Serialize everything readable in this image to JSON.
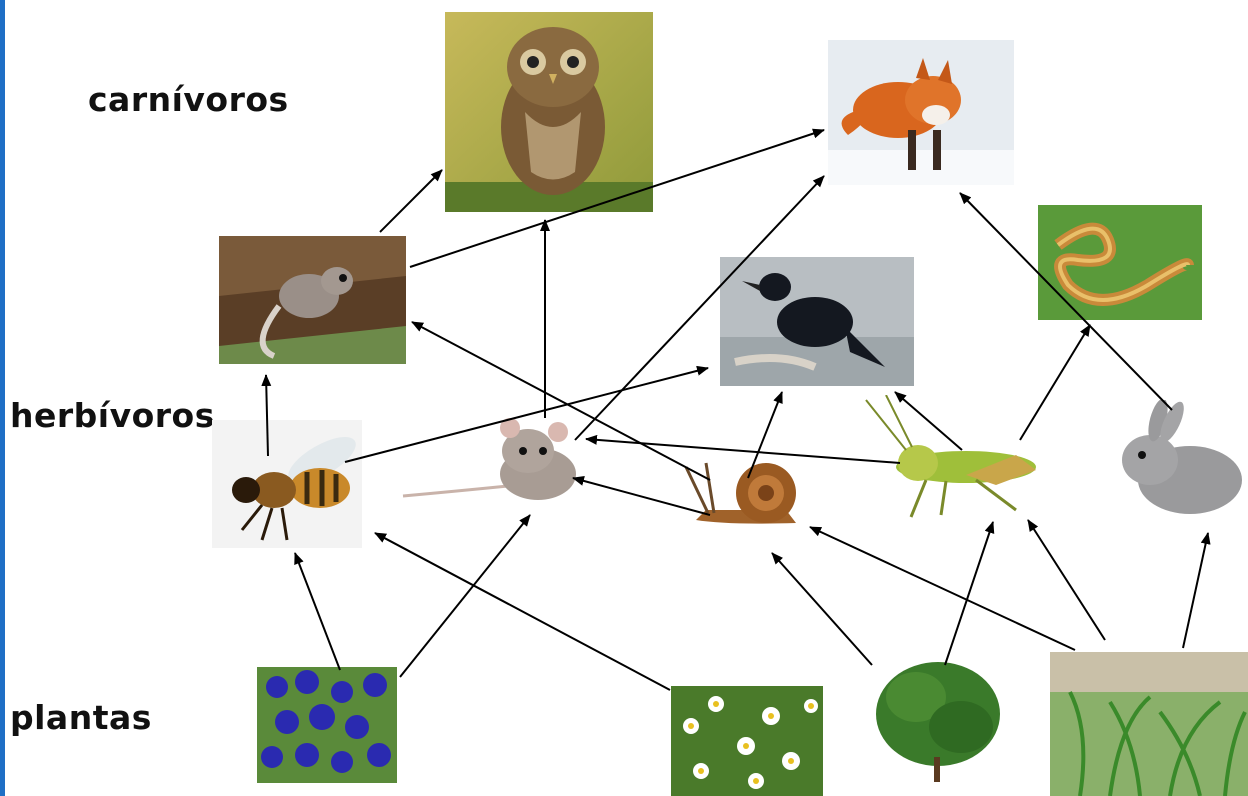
{
  "levels": {
    "carnivores": "carnívoros",
    "herbivores": "herbívoros",
    "plants": "plantas"
  },
  "colors": {
    "arrow": "#000000",
    "edge_bar": "#1f6fc5"
  },
  "organisms": [
    {
      "id": "owl",
      "icon": "owl-photo"
    },
    {
      "id": "fox",
      "icon": "fox-photo"
    },
    {
      "id": "dormouse",
      "icon": "dormouse-photo"
    },
    {
      "id": "crow",
      "icon": "crow-photo"
    },
    {
      "id": "snake",
      "icon": "snake-photo"
    },
    {
      "id": "bee",
      "icon": "bee-photo"
    },
    {
      "id": "mouse",
      "icon": "mouse-photo"
    },
    {
      "id": "snail",
      "icon": "snail-photo"
    },
    {
      "id": "grasshopper",
      "icon": "grasshopper-photo"
    },
    {
      "id": "rabbit",
      "icon": "rabbit-photo"
    },
    {
      "id": "blue-flowers",
      "icon": "blue-flowers-photo"
    },
    {
      "id": "daisies",
      "icon": "daisies-photo"
    },
    {
      "id": "shrub",
      "icon": "shrub-photo"
    },
    {
      "id": "grass",
      "icon": "grass-photo"
    }
  ],
  "links": [
    {
      "from": "dormouse",
      "to": "owl"
    },
    {
      "from": "dormouse",
      "to": "fox"
    },
    {
      "from": "mouse",
      "to": "owl"
    },
    {
      "from": "mouse",
      "to": "fox"
    },
    {
      "from": "bee",
      "to": "dormouse"
    },
    {
      "from": "bee",
      "to": "crow"
    },
    {
      "from": "snail",
      "to": "dormouse"
    },
    {
      "from": "snail",
      "to": "mouse"
    },
    {
      "from": "snail",
      "to": "crow"
    },
    {
      "from": "grasshopper",
      "to": "mouse"
    },
    {
      "from": "grasshopper",
      "to": "crow"
    },
    {
      "from": "grasshopper",
      "to": "snake"
    },
    {
      "from": "rabbit",
      "to": "fox"
    },
    {
      "from": "blue-flowers",
      "to": "bee"
    },
    {
      "from": "blue-flowers",
      "to": "mouse"
    },
    {
      "from": "daisies",
      "to": "bee"
    },
    {
      "from": "shrub",
      "to": "snail"
    },
    {
      "from": "shrub",
      "to": "grasshopper"
    },
    {
      "from": "grass",
      "to": "snail"
    },
    {
      "from": "grass",
      "to": "grasshopper"
    },
    {
      "from": "grass",
      "to": "rabbit"
    }
  ]
}
